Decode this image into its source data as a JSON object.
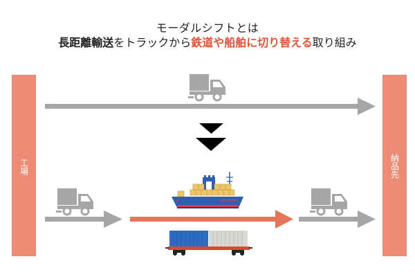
{
  "title": {
    "line1": "モーダルシフトとは",
    "line2": {
      "bold_part": "長距離輸送",
      "normal_part1": "をトラックから",
      "accent_part": "鉄道や船舶に切り替える",
      "normal_part2": "取り組み"
    }
  },
  "endpoints": {
    "origin": "工場",
    "destination": "納品先"
  },
  "colors": {
    "endpoint_fill": "#ec8b76",
    "gray_arrow": "#a6a6a6",
    "orange_arrow": "#e5765c",
    "accent_text": "#e0553a",
    "transition_arrow": "#000000",
    "ship_hull": "#2f5fb3",
    "ship_stripe": "#e03a4a",
    "cargo_box": "#eec66a",
    "container_blue": "#2f6cc4",
    "container_gray": "#d9d7d2",
    "railcar": "#d9492e"
  },
  "vehicles": {
    "top_route": "truck-icon",
    "bottom_left": "truck-icon",
    "bottom_right": "truck-icon",
    "middle_upper": "container-ship-icon",
    "middle_lower": "freight-train-icon"
  }
}
